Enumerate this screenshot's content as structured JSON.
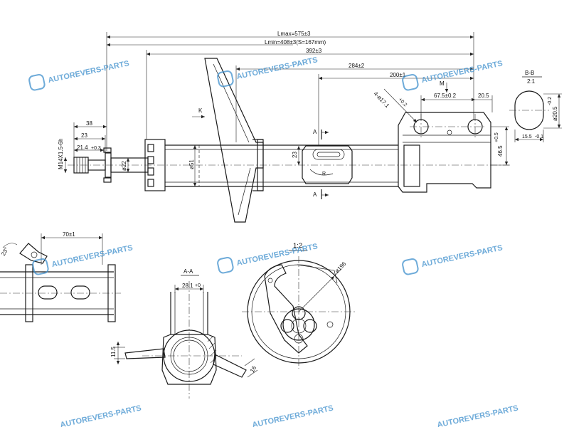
{
  "dimensions": {
    "l_max": "Lmax=575±3",
    "l_min": "Lmin=408±3(S=167mm)",
    "d392": "392±3",
    "d284": "284±2",
    "d200": "200±1",
    "d67_5": "67.5±0.2",
    "d20_5": "20.5",
    "hole": "4-ø17.1",
    "hole_tol": "+0.2",
    "d46_5": "46.5",
    "d46_5_tol": "+0.5",
    "d23_mid": "23",
    "d51": "ø51",
    "d22": "ø22",
    "d38": "38",
    "d23_left": "23",
    "d21_4": "21.4",
    "d21_4_tol": "+0.3",
    "thread": "M14X1.5-6h",
    "d70": "70±1",
    "angle23": "23°",
    "d28_1": "28.1",
    "d28_1_tol": "+0",
    "d11_5": "11.5",
    "d16": "16",
    "d196": "ø196",
    "d20_5_bb": "ø20.5",
    "d20_5_bb_tol": "-0.2",
    "d15_5": "15.5",
    "d15_5_tol": "-0.1"
  },
  "labels": {
    "k": "K",
    "m": "M",
    "a_top": "A",
    "a_bottom": "A",
    "section_bb": "B-B",
    "scale_bb": "2:1",
    "section_aa": "A-A",
    "scale_detail": "1:2",
    "r_mark": "R"
  },
  "watermark": {
    "text": "AUTOREVERS-PARTS",
    "color": "#3e8fcc"
  }
}
